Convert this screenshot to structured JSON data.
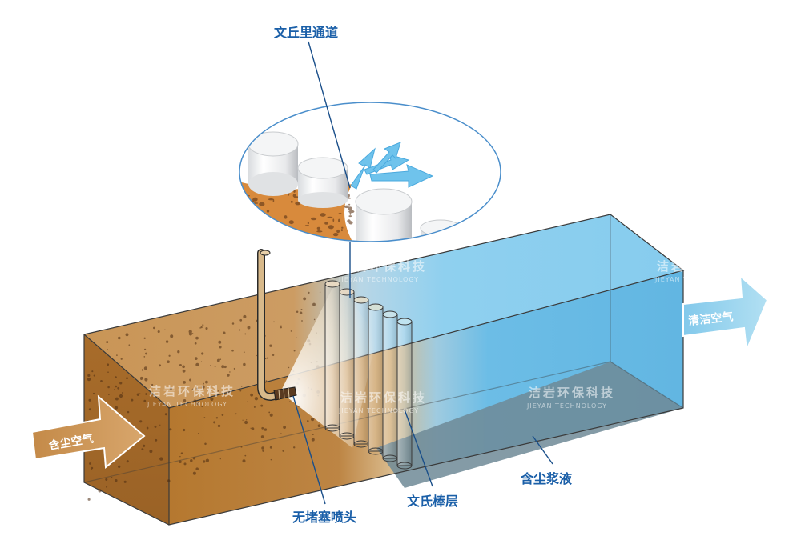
{
  "labels": {
    "venturi_channel": "文丘里通道",
    "clean_air": "清洁空气",
    "dusty_air": "含尘空气",
    "nozzle": "无堵塞喷头",
    "rod_layer": "文氏棒层",
    "slurry": "含尘浆液"
  },
  "watermark": {
    "text": "洁岩环保科技",
    "subtext": "JIEYAN TECHNOLOGY"
  },
  "colors": {
    "dust": "#b87a3a",
    "water": "#5fb4e0",
    "arrow_in": "#c99256",
    "arrow_out": "#8ecbe6",
    "label": "#1a5fa8"
  }
}
